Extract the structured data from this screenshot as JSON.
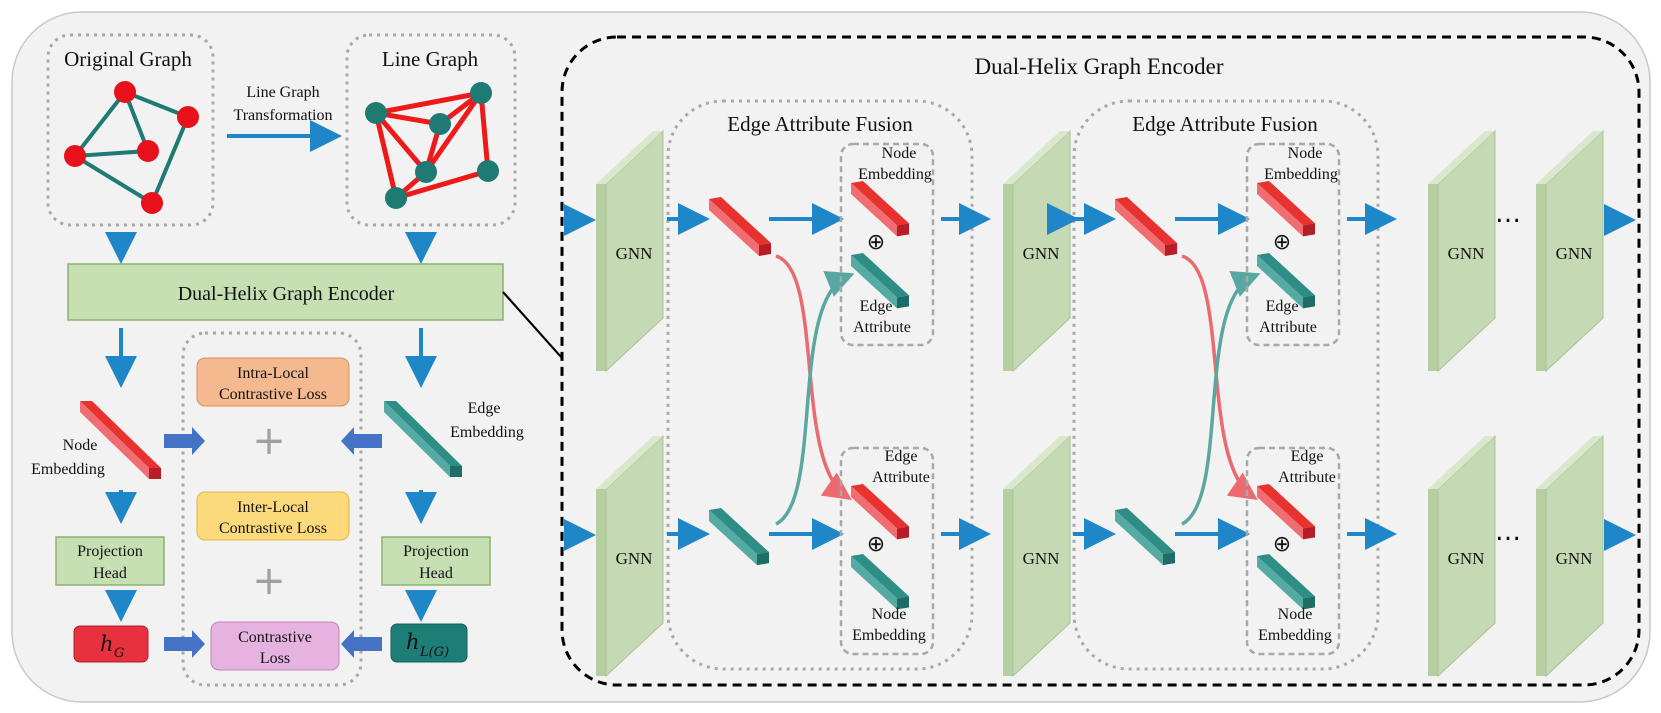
{
  "left": {
    "original_graph_title": "Original Graph",
    "line_graph_title": "Line Graph",
    "transformation_label": [
      "Line Graph",
      "Transformation"
    ],
    "encoder_label": "Dual-Helix Graph Encoder",
    "node_embedding_label": [
      "Node",
      "Embedding"
    ],
    "edge_embedding_label": [
      "Edge",
      "Embedding"
    ],
    "intra_loss_label": [
      "Intra-Local",
      "Contrastive Loss"
    ],
    "inter_loss_label": [
      "Inter-Local",
      "Contrastive Loss"
    ],
    "contrastive_loss_label": [
      "Contrastive",
      "Loss"
    ],
    "projection_head_label": [
      "Projection",
      "Head"
    ],
    "h_g_label": "h",
    "h_g_sub": "G",
    "h_lg_label": "h",
    "h_lg_sub": "L(G)",
    "plus": "+"
  },
  "right": {
    "title": "Dual-Helix Graph Encoder",
    "fusion_title": "Edge Attribute Fusion",
    "gnn_label": "GNN",
    "ellipsis": "…",
    "node_embedding_label": [
      "Node",
      "Embedding"
    ],
    "edge_attribute_label": [
      "Edge",
      "Attribute"
    ],
    "oplus": "⊕"
  },
  "colors": {
    "node_red": "#e8322f",
    "edge_teal": "#2e8e86",
    "arrow_blue": "#1f87c8",
    "gnn_green": "#c5d9b4",
    "encoder_green": "#c6e0b4",
    "orange_box": "#f4b98f",
    "yellow_box": "#fcd97a",
    "pink_box": "#e6b3e0"
  }
}
